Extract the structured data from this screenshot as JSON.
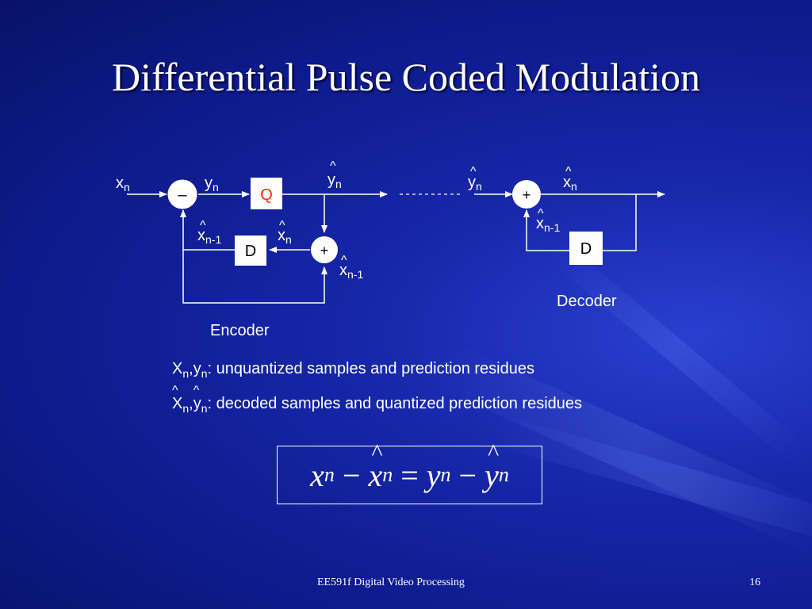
{
  "slide": {
    "title": "Differential Pulse Coded Modulation",
    "footer_text": "EE591f Digital Video Processing",
    "page_number": "16"
  },
  "encoder": {
    "caption": "Encoder",
    "input_label": "x",
    "input_sub": "n",
    "residue_label": "y",
    "residue_sub": "n",
    "subtract_symbol": "–",
    "quantizer": "Q",
    "delay": "D",
    "add_symbol": "+",
    "output_label": "y",
    "output_sub": "n",
    "hat": "^",
    "pred_label": "x",
    "pred_sub": "n-1",
    "recon_label": "x",
    "recon_sub": "n",
    "pred2_label": "x",
    "pred2_sub": "n-1"
  },
  "decoder": {
    "caption": "Decoder",
    "input_label": "y",
    "input_sub": "n",
    "add_symbol": "+",
    "output_label": "x",
    "output_sub": "n",
    "pred_label": "x",
    "pred_sub": "n-1",
    "delay": "D"
  },
  "legend": {
    "line1_a": "X",
    "line1_a_sub": "n",
    "line1_sep": ",",
    "line1_b": "y",
    "line1_b_sub": "n",
    "line1_text": ": unquantized samples and prediction residues",
    "line2_a": "X",
    "line2_a_sub": "n",
    "line2_sep": ",",
    "line2_b": "y",
    "line2_b_sub": "n",
    "line2_text": ": decoded samples and quantized prediction residues",
    "hat": "^"
  },
  "formula": {
    "x": "x",
    "sub": "n",
    "minus": "−",
    "equals": "=",
    "y": "y"
  },
  "colors": {
    "quantizer_text": "#ff2a00",
    "box_fill": "#ffffff",
    "background": "#1626a8"
  }
}
